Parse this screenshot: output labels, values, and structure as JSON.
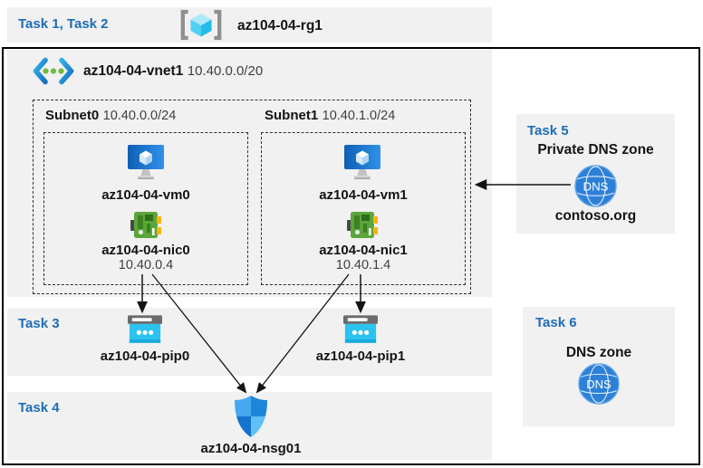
{
  "colors": {
    "panel_gray": "#f1f1f1",
    "task_blue": "#1e6db6",
    "vm_blue": "#1973d2",
    "nic_green": "#5aa63c",
    "pip_cyan": "#2cc3f0",
    "nsg_blue": "#2f97e8",
    "dns_blue": "#2d80d8",
    "rg_cyan": "#49d1f5"
  },
  "header": {
    "tasks_label": "Task 1, Task 2",
    "resource_group": "az104-04-rg1"
  },
  "vnet": {
    "name": "az104-04-vnet1",
    "cidr": "10.40.0.0/20"
  },
  "subnets": [
    {
      "name": "Subnet0",
      "cidr": "10.40.0.0/24",
      "vm": "az104-04-vm0",
      "nic": "az104-04-nic0",
      "ip": "10.40.0.4"
    },
    {
      "name": "Subnet1",
      "cidr": "10.40.1.0/24",
      "vm": "az104-04-vm1",
      "nic": "az104-04-nic1",
      "ip": "10.40.1.4"
    }
  ],
  "task3": {
    "label": "Task 3",
    "pip0": "az104-04-pip0",
    "pip1": "az104-04-pip1"
  },
  "task4": {
    "label": "Task 4",
    "nsg": "az104-04-nsg01"
  },
  "task5": {
    "label": "Task 5",
    "title": "Private DNS zone",
    "zone_name": "contoso.org"
  },
  "task6": {
    "label": "Task 6",
    "title": "DNS zone"
  },
  "icons": {
    "resource_group": "resource-group-icon",
    "vnet": "virtual-network-icon",
    "vm": "virtual-machine-icon",
    "nic": "network-interface-icon",
    "public_ip": "public-ip-icon",
    "nsg": "network-security-group-icon",
    "dns": "dns-zone-icon"
  }
}
